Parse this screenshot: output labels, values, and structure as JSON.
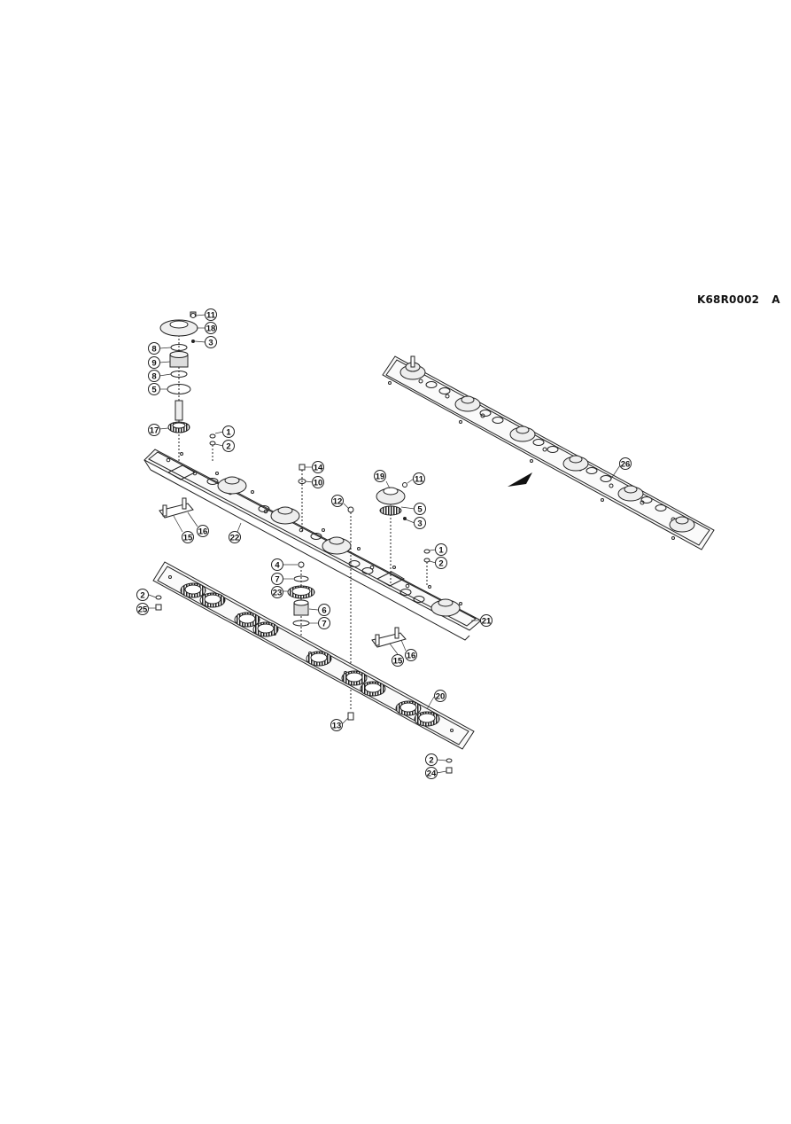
{
  "drawing": {
    "reference": "K68R0002",
    "revision": "A"
  },
  "callouts": [
    {
      "id": "c11a",
      "label": "11"
    },
    {
      "id": "c18",
      "label": "18"
    },
    {
      "id": "c3a",
      "label": "3"
    },
    {
      "id": "c8a",
      "label": "8"
    },
    {
      "id": "c9",
      "label": "9"
    },
    {
      "id": "c8b",
      "label": "8"
    },
    {
      "id": "c5a",
      "label": "5"
    },
    {
      "id": "c17",
      "label": "17"
    },
    {
      "id": "c1a",
      "label": "1"
    },
    {
      "id": "c2a",
      "label": "2"
    },
    {
      "id": "c14",
      "label": "14"
    },
    {
      "id": "c10",
      "label": "10"
    },
    {
      "id": "c19",
      "label": "19"
    },
    {
      "id": "c11b",
      "label": "11"
    },
    {
      "id": "c12",
      "label": "12"
    },
    {
      "id": "c5b",
      "label": "5"
    },
    {
      "id": "c3b",
      "label": "3"
    },
    {
      "id": "c15a",
      "label": "15"
    },
    {
      "id": "c16a",
      "label": "16"
    },
    {
      "id": "c22",
      "label": "22"
    },
    {
      "id": "c1b",
      "label": "1"
    },
    {
      "id": "c2b",
      "label": "2"
    },
    {
      "id": "c4",
      "label": "4"
    },
    {
      "id": "c7a",
      "label": "7"
    },
    {
      "id": "c23",
      "label": "23"
    },
    {
      "id": "c6",
      "label": "6"
    },
    {
      "id": "c7b",
      "label": "7"
    },
    {
      "id": "c21",
      "label": "21"
    },
    {
      "id": "c2c",
      "label": "2"
    },
    {
      "id": "c25",
      "label": "25"
    },
    {
      "id": "c15b",
      "label": "15"
    },
    {
      "id": "c16b",
      "label": "16"
    },
    {
      "id": "c20",
      "label": "20"
    },
    {
      "id": "c13",
      "label": "13"
    },
    {
      "id": "c2d",
      "label": "2"
    },
    {
      "id": "c24",
      "label": "24"
    },
    {
      "id": "c26",
      "label": "26"
    }
  ]
}
